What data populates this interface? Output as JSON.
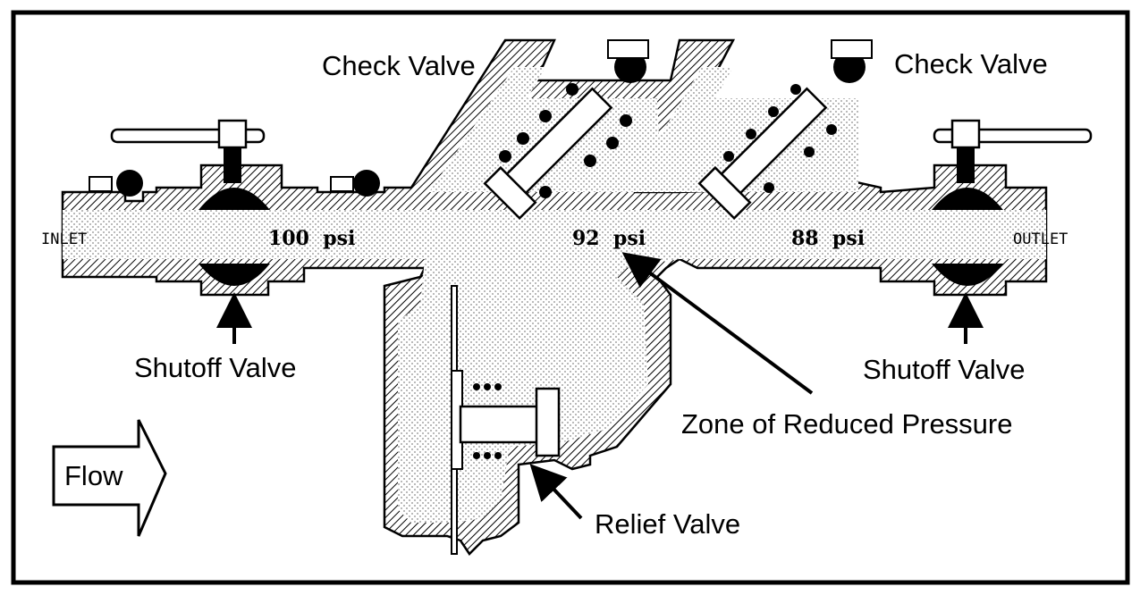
{
  "labels": {
    "check_valve_left": "Check Valve",
    "check_valve_right": "Check Valve",
    "shutoff_valve_left": "Shutoff Valve",
    "shutoff_valve_right": "Shutoff Valve",
    "zone": "Zone of Reduced Pressure",
    "relief_valve": "Relief Valve",
    "flow": "Flow",
    "inlet": "INLET",
    "outlet": "OUTLET"
  },
  "pressures": {
    "inlet_zone": "100  psi",
    "middle_zone": "92  psi",
    "outlet_zone": "88  psi"
  },
  "colors": {
    "ink": "#000000",
    "paper": "#ffffff",
    "water_dots": "#9a9a9a"
  }
}
